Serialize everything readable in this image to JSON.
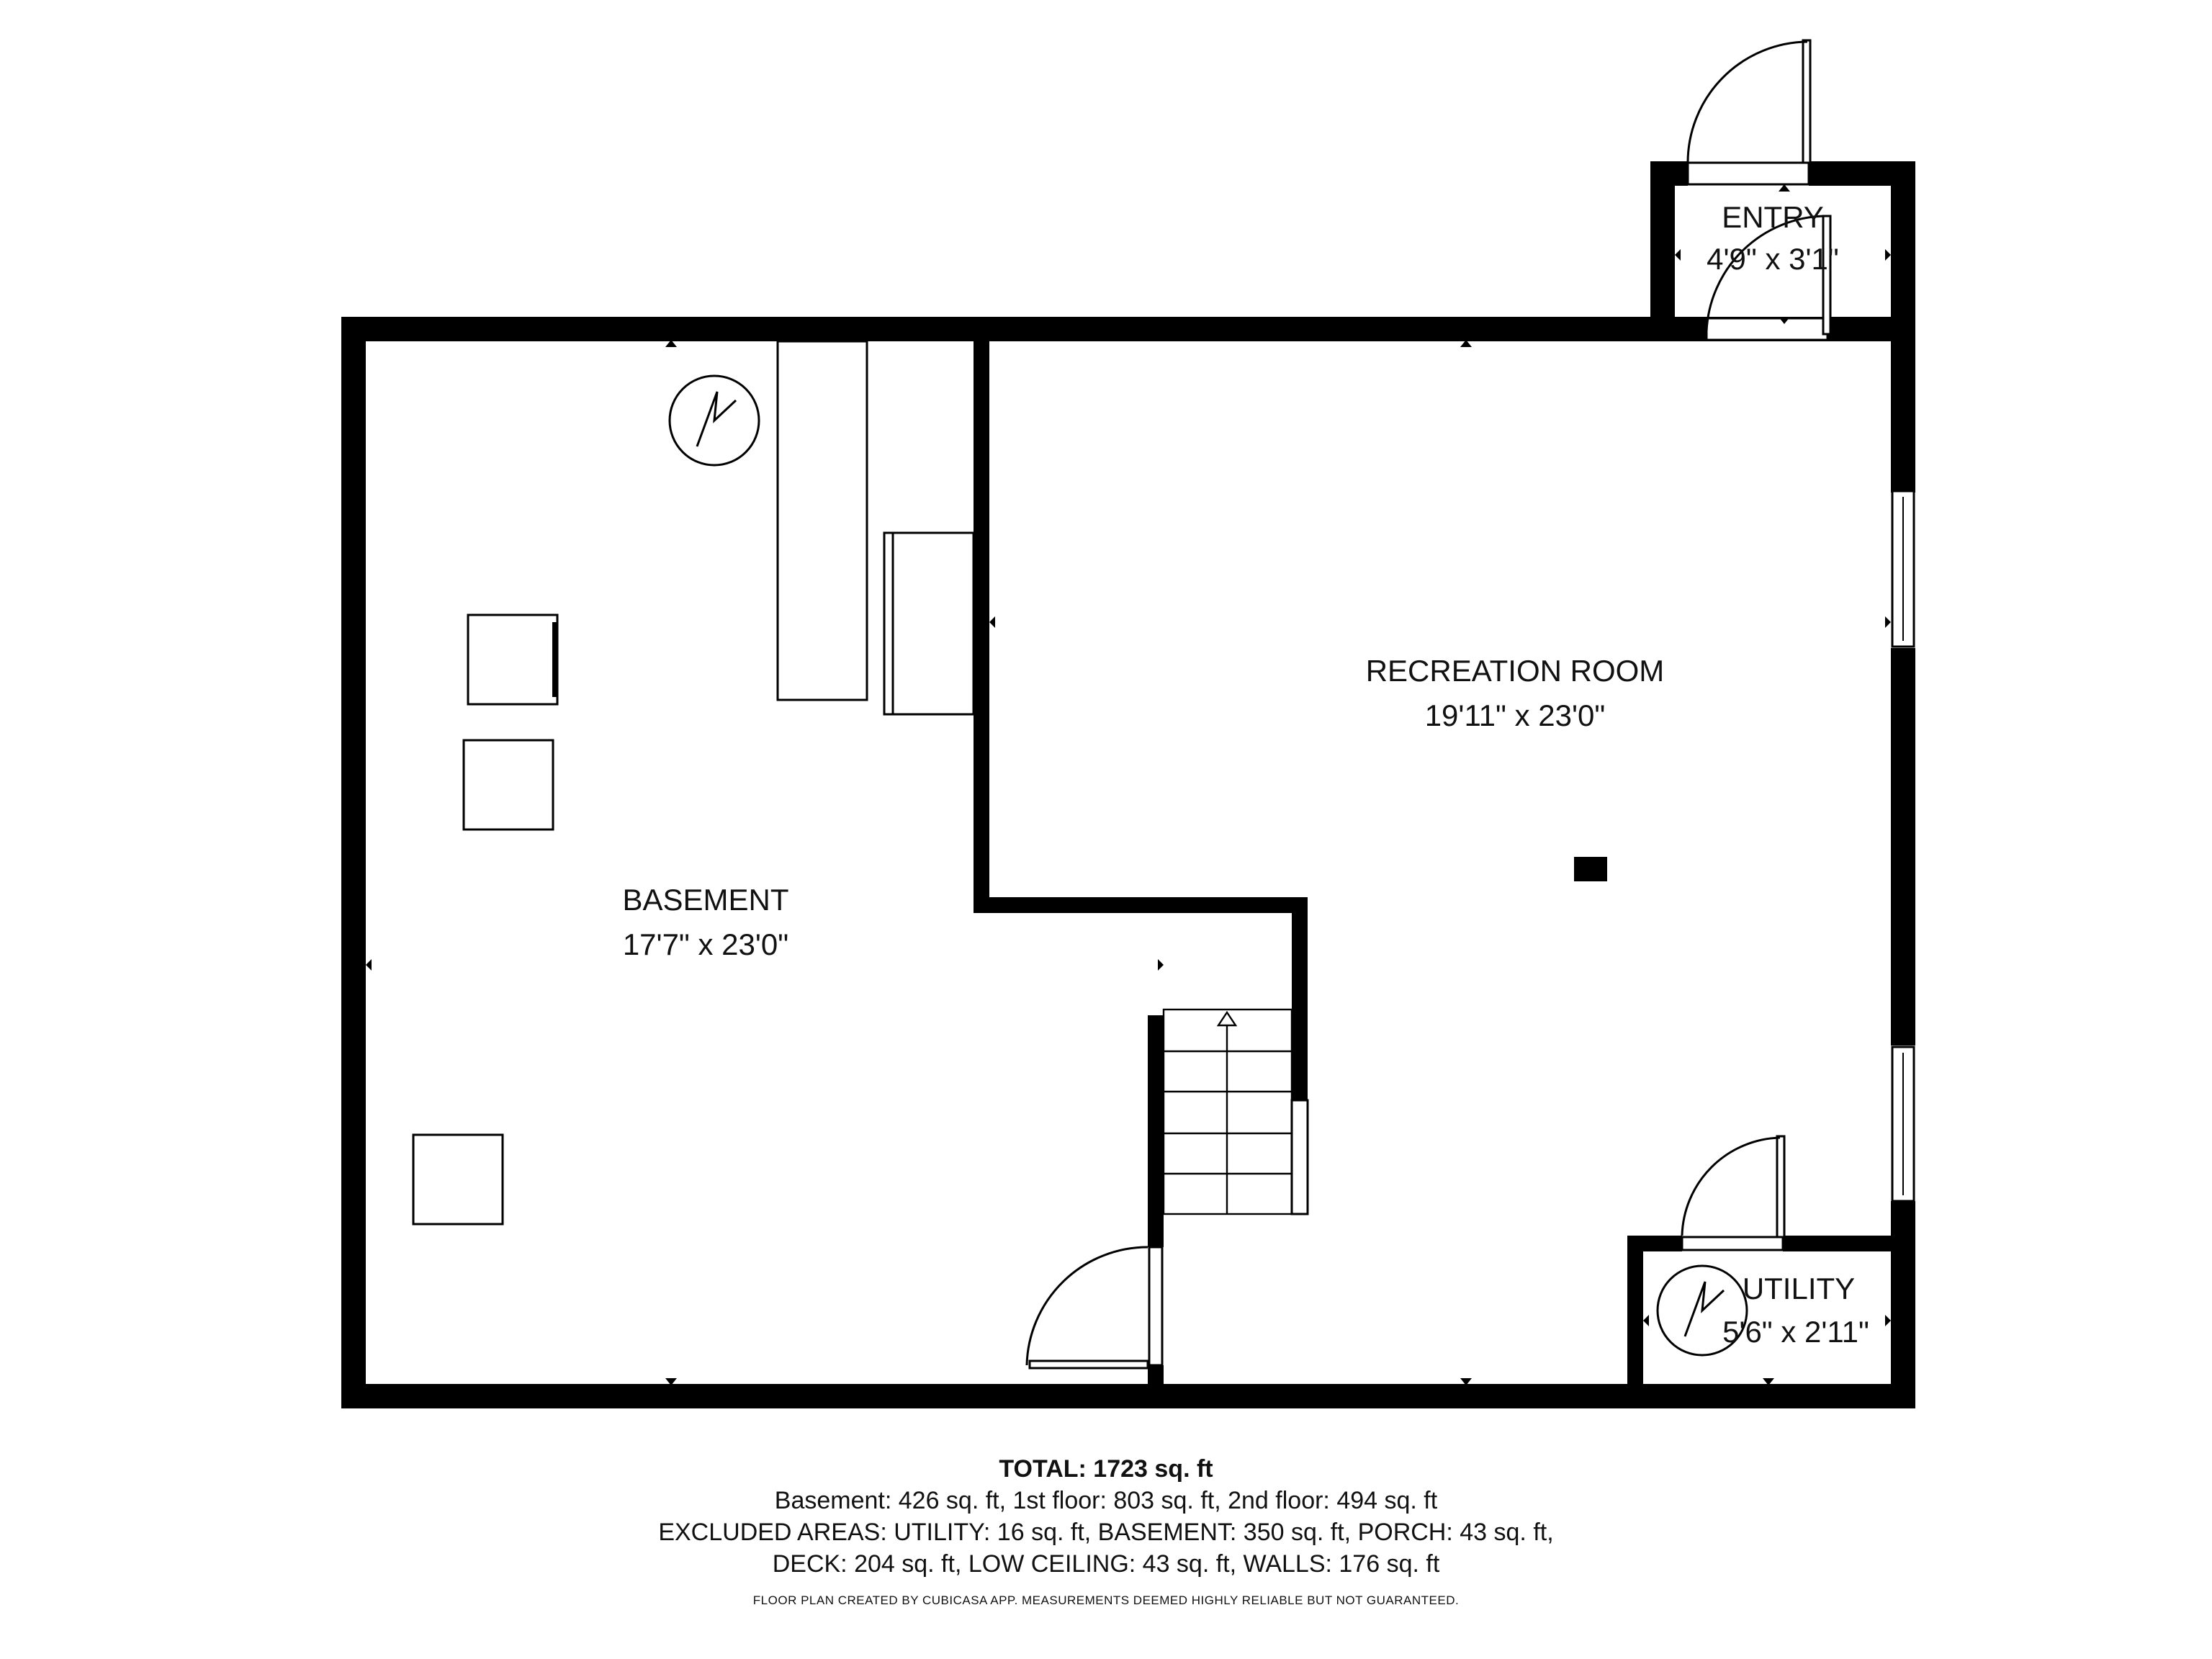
{
  "rooms": {
    "basement": {
      "name": "BASEMENT",
      "dims": "17'7\" x 23'0\""
    },
    "recreation": {
      "name": "RECREATION ROOM",
      "dims": "19'11\" x 23'0\""
    },
    "entry": {
      "name": "ENTRY",
      "dims": "4'9\" x 3'1\""
    },
    "utility": {
      "name": "UTILITY",
      "dims": "5'6\" x 2'11\""
    }
  },
  "footer": {
    "total": "TOTAL: 1723 sq. ft",
    "line1": "Basement: 426 sq. ft, 1st floor: 803 sq. ft, 2nd floor: 494 sq. ft",
    "line2": "EXCLUDED AREAS: UTILITY: 16 sq. ft, BASEMENT: 350 sq. ft, PORCH: 43 sq. ft,",
    "line3": "DECK: 204 sq. ft, LOW CEILING: 43 sq. ft, WALLS: 176 sq. ft",
    "disclaimer": "FLOOR PLAN CREATED BY CUBICASA APP. MEASUREMENTS DEEMED HIGHLY RELIABLE BUT NOT GUARANTEED."
  },
  "icons": {
    "water_heater": "water-heater-icon",
    "stairs_arrow": "stairs-up-arrow-icon",
    "dimension_marker": "dimension-arrow-icon"
  },
  "colors": {
    "wall": "#000000",
    "background": "#ffffff"
  }
}
